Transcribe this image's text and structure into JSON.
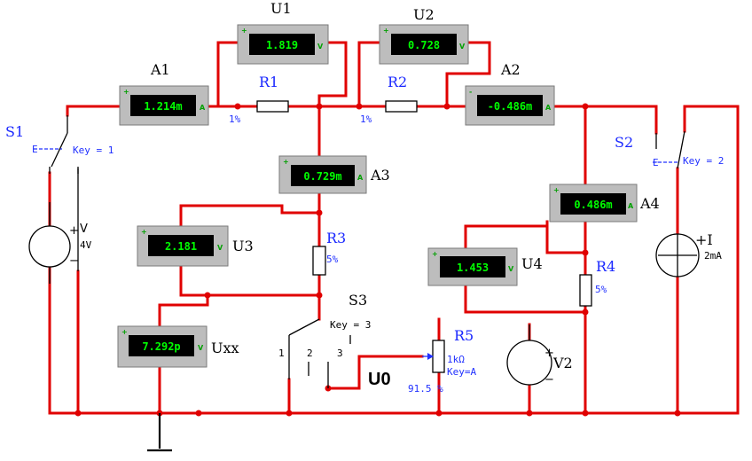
{
  "meters": [
    {
      "id": "A1",
      "display": "1.214m",
      "left_sign": "+",
      "right_sign": "A"
    },
    {
      "id": "U1",
      "display": "1.819",
      "left_sign": "+",
      "right_sign": "V"
    },
    {
      "id": "U2",
      "display": "0.728",
      "left_sign": "+",
      "right_sign": "V"
    },
    {
      "id": "A2",
      "display": "-0.486m",
      "left_sign": "-",
      "right_sign": "A"
    },
    {
      "id": "A3",
      "display": "0.729m",
      "left_sign": "+",
      "right_sign": "A"
    },
    {
      "id": "U3",
      "display": "2.181",
      "left_sign": "+",
      "right_sign": "V"
    },
    {
      "id": "A4",
      "display": "0.486m",
      "left_sign": "+",
      "right_sign": "A"
    },
    {
      "id": "U4",
      "display": "1.453",
      "left_sign": "+",
      "right_sign": "V"
    },
    {
      "id": "Uxx",
      "display": "7.292p",
      "left_sign": "+",
      "right_sign": "V"
    }
  ],
  "labels": {
    "A1": "A1",
    "U1": "U1",
    "U2": "U2",
    "A2": "A2",
    "A3": "A3",
    "U3": "U3",
    "A4": "A4",
    "U4": "U4",
    "Uxx": "Uxx",
    "R1": "R1",
    "R2": "R2",
    "R3": "R3",
    "R4": "R4",
    "R5": "R5",
    "S1": "S1",
    "S2": "S2",
    "S3": "S3",
    "V2": "V2",
    "U0": "U0"
  },
  "annotations": {
    "r1_tol": "1%",
    "r2_tol": "1%",
    "r3_tol": "5%",
    "r4_tol": "5%",
    "s1_key": "Key = 1",
    "s2_key": "Key = 2",
    "s3_key": "Key = 3",
    "s3_pos1": "1",
    "s3_pos2": "2",
    "s3_pos3": "3",
    "v1_symbol": "V",
    "v1_value": "4V",
    "i_symbol": "+I",
    "i_value": "2mA",
    "r5_value": "1kΩ",
    "r5_key": "Key=A",
    "r5_percent": "91.5 %",
    "plus": "+",
    "minus": "−"
  },
  "colors": {
    "wire": "#e00000",
    "label_blue": "#1a28ff",
    "meter_digits": "#00ff00"
  }
}
